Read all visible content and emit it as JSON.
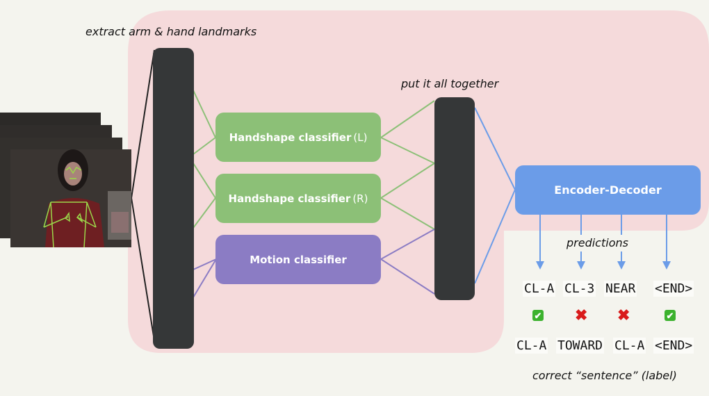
{
  "labels": {
    "extract": "extract arm & hand landmarks",
    "together": "put it all together",
    "predictions": "predictions",
    "correct_label": "correct “sentence” (label)"
  },
  "nodes": {
    "handshape_left": {
      "title": "Handshape classifier",
      "suffix": "(L)",
      "color": "#8cc077"
    },
    "handshape_right": {
      "title": "Handshape classifier",
      "suffix": "(R)",
      "color": "#8cc077"
    },
    "motion": {
      "title": "Motion classifier",
      "color": "#8b7cc4"
    },
    "encoder_decoder": {
      "title": "Encoder-Decoder",
      "color": "#6b9ce8"
    }
  },
  "predictions": [
    "CL-A",
    "CL-3",
    "NEAR",
    "<END>"
  ],
  "correctness": [
    {
      "icon": "check-icon",
      "glyph": "✔"
    },
    {
      "icon": "cross-icon",
      "glyph": "✖"
    },
    {
      "icon": "cross-icon",
      "glyph": "✖"
    },
    {
      "icon": "check-icon",
      "glyph": "✔"
    }
  ],
  "ground_truth": [
    "CL-A",
    "TOWARD",
    "CL-A",
    "<END>"
  ],
  "colors": {
    "background": "#f4f4ee",
    "panel": "#f5dadb",
    "bar": "#353738",
    "green_edge": "#8cc077",
    "purple_edge": "#8b7cc4",
    "blue_edge": "#6b9ce8"
  }
}
